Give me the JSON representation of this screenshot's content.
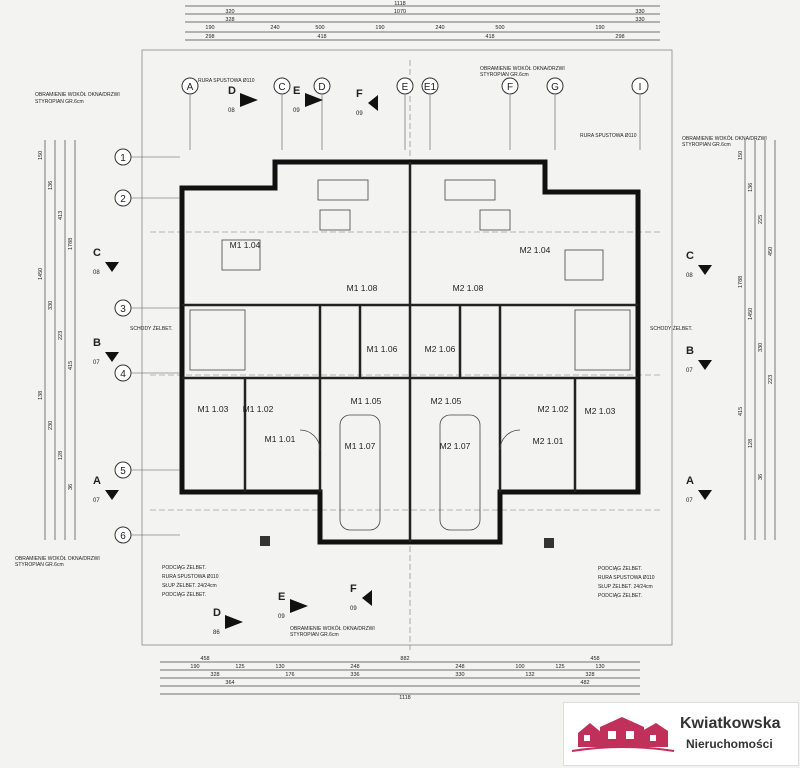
{
  "plan": {
    "grid_columns": [
      "A",
      "C",
      "D",
      "E",
      "E1",
      "F",
      "G",
      "I"
    ],
    "grid_rows": [
      "1",
      "2",
      "3",
      "4",
      "5",
      "6"
    ],
    "sections_left": [
      {
        "letter": "C",
        "ref": "08"
      },
      {
        "letter": "B",
        "ref": "07"
      },
      {
        "letter": "A",
        "ref": "07"
      }
    ],
    "sections_right": [
      {
        "letter": "C",
        "ref": "08"
      },
      {
        "letter": "B",
        "ref": "07"
      },
      {
        "letter": "A",
        "ref": "07"
      }
    ],
    "sections_top": [
      {
        "letter": "D",
        "ref": "08"
      },
      {
        "letter": "E",
        "ref": "09"
      },
      {
        "letter": "F",
        "ref": "09"
      }
    ],
    "sections_bottom": [
      {
        "letter": "D",
        "ref": "86"
      },
      {
        "letter": "E",
        "ref": "09"
      },
      {
        "letter": "F",
        "ref": "09"
      }
    ],
    "rooms": [
      "M1 1.04",
      "M2 1.04",
      "M1 1.08",
      "M2 1.08",
      "M1 1.06",
      "M2 1.06",
      "M1 1.05",
      "M2 1.05",
      "M1 1.03",
      "M1 1.02",
      "M2 1.02",
      "M2 1.03",
      "M1 1.01",
      "M2 1.01",
      "M1 1.07",
      "M2 1.07"
    ],
    "notes": {
      "window_frame": "OBRAMIENIE WOKÓŁ OKNA/DRZWI",
      "styrofoam": "STYROPIAN GR.6cm",
      "stairs": "SCHODY ŻELBET.",
      "beam": "PODCIĄG ŻELBET.",
      "downpipe": "RURA SPUSTOWA Ø110",
      "column": "SŁUP ŻELBET. 24/24cm"
    },
    "dims_top": {
      "total": "1118",
      "second": "1070",
      "a": "320",
      "b": "328",
      "c": "500",
      "d": "500",
      "e": "330",
      "f": "330",
      "g": "190",
      "h": "240",
      "i": "190",
      "j": "240",
      "k": "190",
      "l": "298",
      "m": "418",
      "n": "418",
      "o": "298"
    },
    "dims_bottom": {
      "total": "1118",
      "mid": "882",
      "left": "458",
      "right": "458",
      "a": "190",
      "b": "125",
      "c": "130",
      "d": "248",
      "e": "248",
      "f": "100",
      "g": "125",
      "h": "130",
      "i": "328",
      "j": "176",
      "k": "336",
      "l": "330",
      "m": "132",
      "n": "328",
      "o": "364",
      "p": "482"
    },
    "dims_left": [
      "150",
      "136",
      "413",
      "1788",
      "1450",
      "330",
      "223",
      "415",
      "138",
      "230",
      "128",
      "36"
    ],
    "dims_right": [
      "150",
      "136",
      "225",
      "450",
      "1788",
      "1450",
      "330",
      "223",
      "415",
      "128",
      "36"
    ]
  },
  "logo": {
    "name": "Kwiatkowska",
    "subtitle": "Nieruchomości",
    "color": "#c0305a"
  }
}
